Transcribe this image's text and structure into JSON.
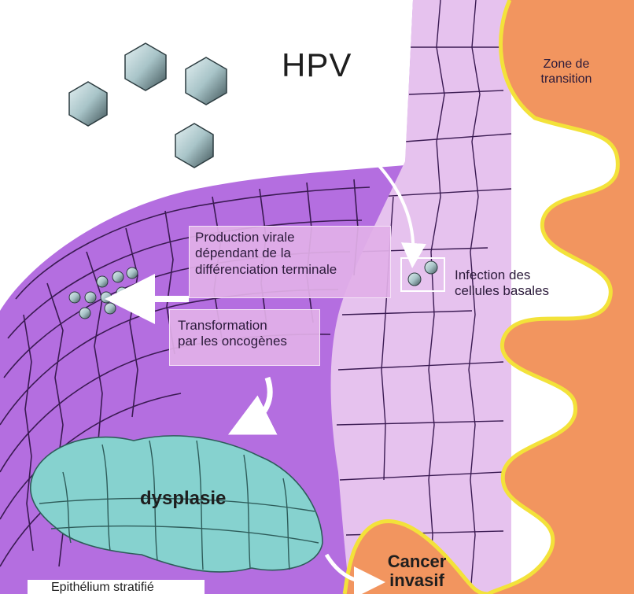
{
  "labels": {
    "hpv": "HPV",
    "zone_transition_1": "Zone de",
    "zone_transition_2": "transition",
    "production_1": "Production virale",
    "production_2": "dépendant de la",
    "production_3": "différenciation terminale",
    "transformation_1": "Transformation",
    "transformation_2": "par les oncogènes",
    "infection_1": "Infection des",
    "infection_2": "cellules basales",
    "dysplasie": "dysplasie",
    "cancer_1": "Cancer",
    "cancer_2": "invasif",
    "epithelium": "Epithélium stratifié"
  },
  "colors": {
    "epithelium_outer": "#b46ee0",
    "epithelium_inner": "#e6c2ee",
    "stroma": "#f2955f",
    "basement_membrane": "#f3e23a",
    "dysplasia": "#86d2cf",
    "cell_line": "#3a1a52",
    "virus": "#a8c4c8",
    "text": "#2b1a3a"
  },
  "icons": [
    "hpv-virion-icon",
    "curved-arrow-icon",
    "straight-arrow-icon"
  ]
}
